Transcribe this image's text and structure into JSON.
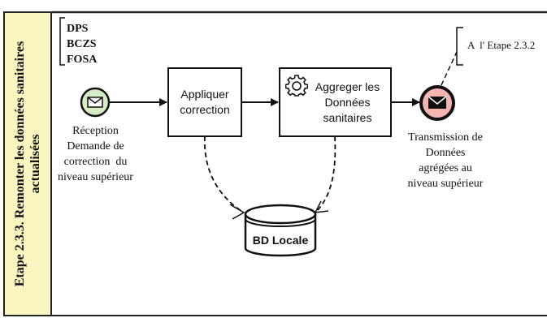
{
  "lane": {
    "title": "Etape 2.3.3. Remonter les données sanitaires actualisées"
  },
  "organizations": [
    "DPS",
    "BCZS",
    "FOSA"
  ],
  "start_event": {
    "icon": "envelope-icon",
    "label_lines": [
      "Réception",
      "Demande de",
      "correction  du",
      "niveau supérieur"
    ]
  },
  "task_1": {
    "label_lines": [
      "Appliquer",
      "correction"
    ]
  },
  "task_2": {
    "icon": "gear-icon",
    "label_lines": [
      "Aggreger les",
      "Données",
      "sanitaires"
    ]
  },
  "end_event": {
    "icon": "envelope-filled-icon",
    "label_lines": [
      "Transmission de",
      "Données",
      "agrégées au",
      "niveau supérieur"
    ]
  },
  "annotation": {
    "text": "A  l' Etape 2.3.2"
  },
  "data_store": {
    "label": "BD Locale"
  },
  "colors": {
    "lane_fill": "#fbf6c0",
    "start_event_fill": "#d6ecc4",
    "end_event_fill": "#f4b4b0",
    "stroke": "#111111"
  }
}
